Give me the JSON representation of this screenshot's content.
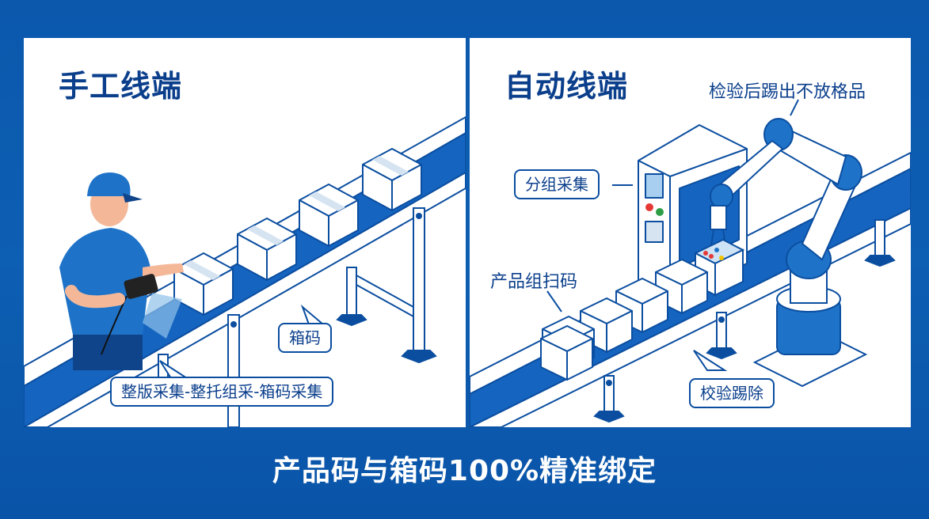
{
  "left_panel": {
    "title": "手工线端",
    "labels": {
      "box_code": "箱码",
      "process": "整版采集-整托组采-箱码采集"
    }
  },
  "right_panel": {
    "title": "自动线端",
    "labels": {
      "reject": "检验后踢出不放格品",
      "group_collect": "分组采集",
      "group_scan": "产品组扫码",
      "verify_reject": "校验踢除"
    }
  },
  "caption": "产品码与箱码100%精准绑定",
  "colors": {
    "background": "#0b58ad",
    "belt": "#1565c0",
    "outline": "#0b4ea0",
    "title": "#0b3f8c"
  }
}
